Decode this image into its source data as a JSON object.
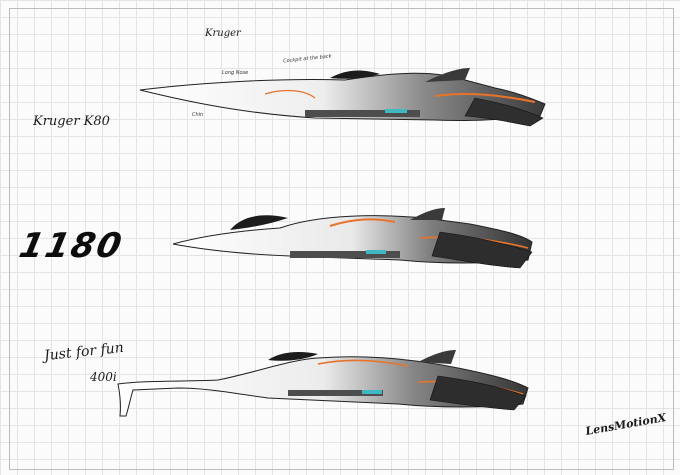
{
  "labels": {
    "title_scribble": "Kruger",
    "concept_one": "Kruger K80",
    "concept_two": "1180",
    "concept_three_line1": "Just for fun",
    "concept_three_line2": "400i",
    "signature": "LensMotionX"
  },
  "annotations": {
    "note_long": "Long Nose",
    "note_cockpit": "Cockpit at the back",
    "note_chin": "Chin"
  },
  "colors": {
    "accent_orange": "#e8732a",
    "accent_teal": "#3fb8c4",
    "body_dark": "#3a3a3a",
    "body_light": "#f2f2f2"
  }
}
